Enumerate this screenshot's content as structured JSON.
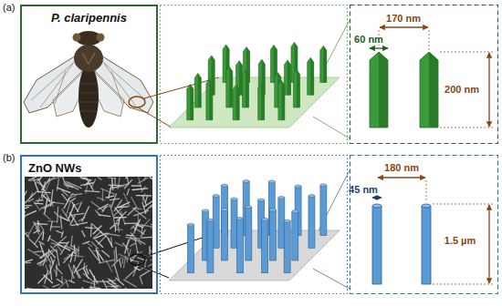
{
  "diagram": {
    "nodes": [
      {
        "text": [
          "P. claripennis"
        ]
      },
      {
        "text": [
          "ZnO NWs"
        ]
      }
    ],
    "labels": [
      "(a)",
      "60 nm",
      "170 nm",
      "200 nm",
      "(b)",
      "45 nm",
      "180 nm",
      "1.5 µm"
    ]
  }
}
